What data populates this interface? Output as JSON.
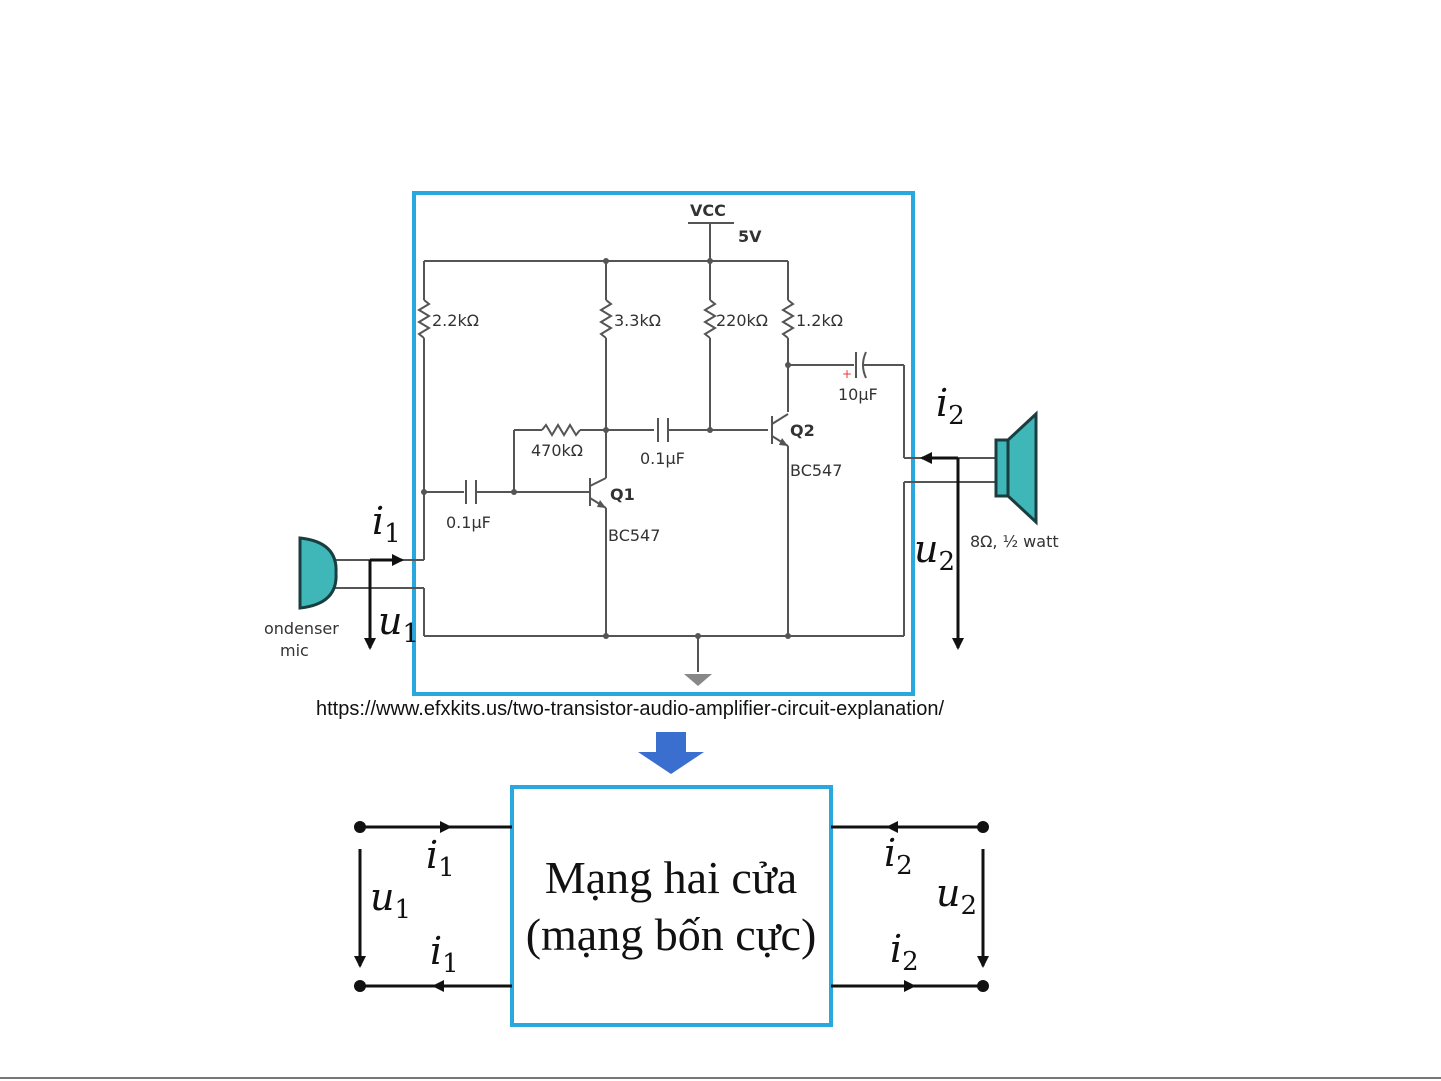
{
  "circuit": {
    "vcc_label": "VCC",
    "vcc_value": "5V",
    "r1": "2.2kΩ",
    "r2": "3.3kΩ",
    "r3": "220kΩ",
    "r4": "1.2kΩ",
    "r5": "470kΩ",
    "c1": "0.1μF",
    "c2": "0.1μF",
    "c3": "10μF",
    "q1_name": "Q1",
    "q1_part": "BC547",
    "q2_name": "Q2",
    "q2_part": "BC547",
    "mic_line1": "ondenser",
    "mic_line2": "mic",
    "speaker_label": "8Ω, ½ watt"
  },
  "symbols": {
    "i": "i",
    "u": "u",
    "one": "1",
    "two": "2"
  },
  "source_url": "https://www.efxkits.us/two-transistor-audio-amplifier-circuit-explanation/",
  "network_box": {
    "line1": "Mạng hai cửa",
    "line2": "(mạng bốn cực)"
  },
  "colors": {
    "frame_blue": "#29a8e0",
    "arrow_blue": "#3a6fcf",
    "mic_teal": "#3fb7b9",
    "speaker_teal": "#3fb7b9"
  }
}
